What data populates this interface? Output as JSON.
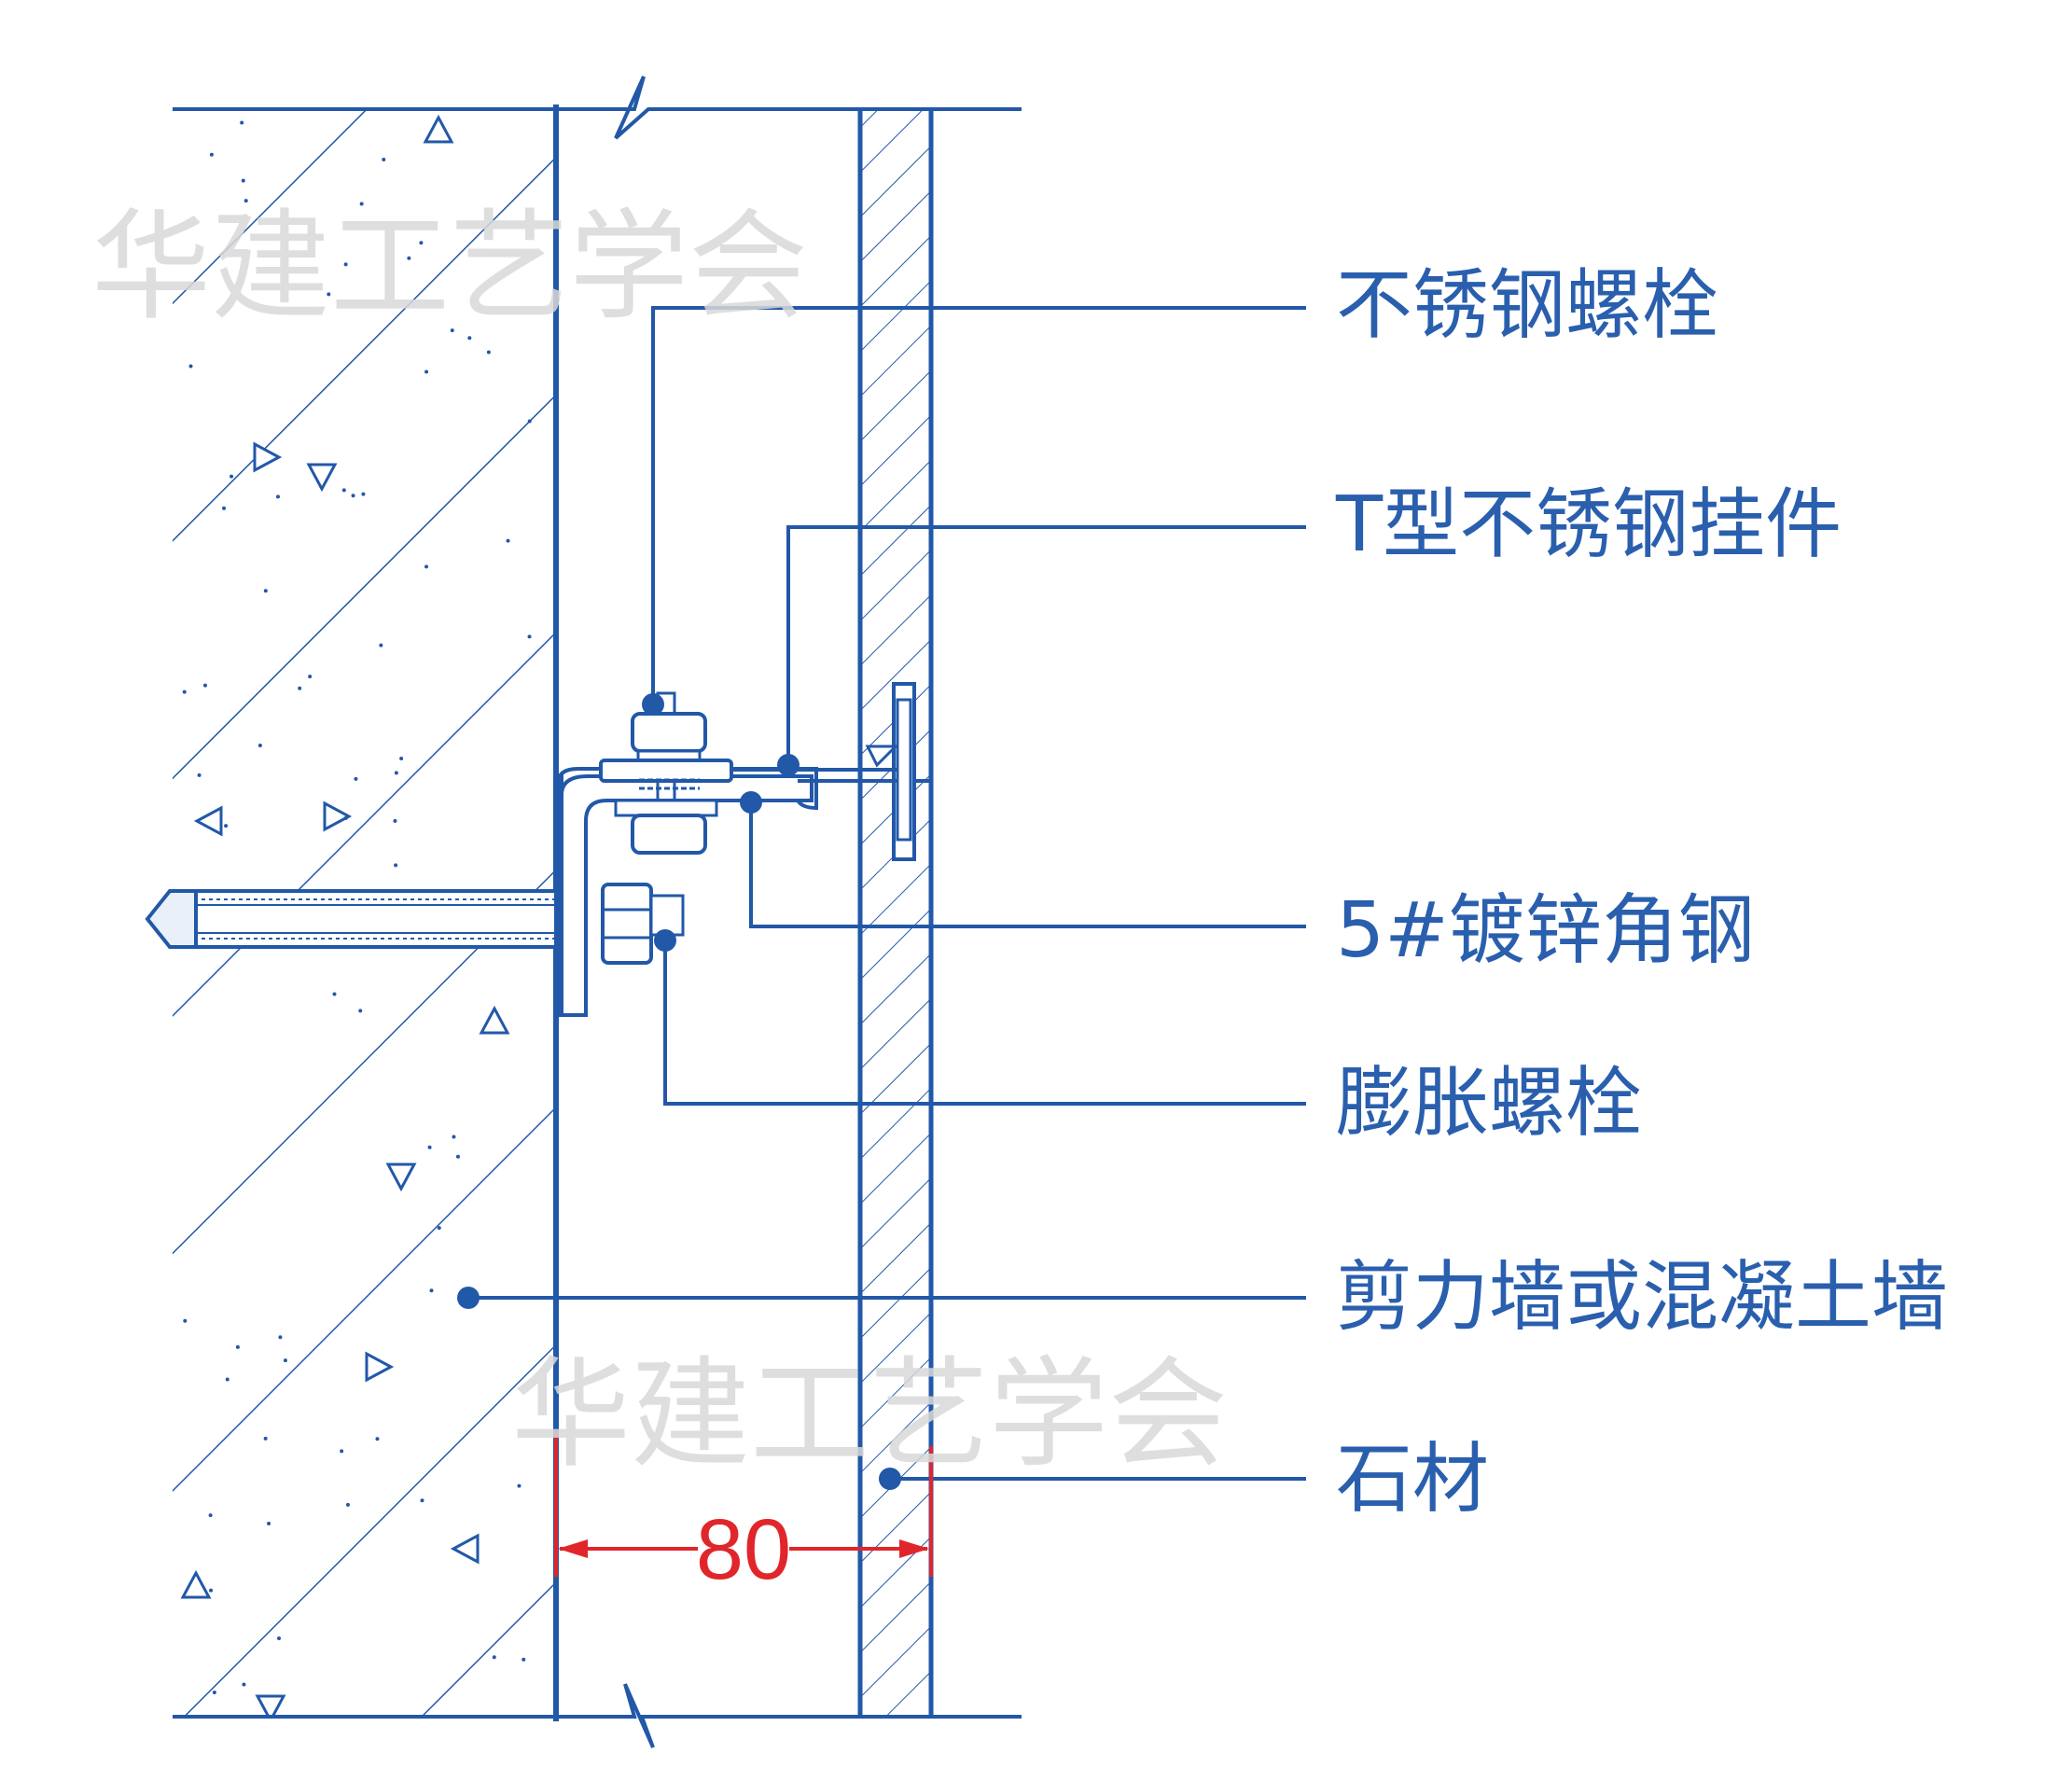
{
  "colors": {
    "line": "#2258a8",
    "text": "#2a5fae",
    "dimension": "#e0262b",
    "watermark": "#d9d9d9",
    "background": "#ffffff"
  },
  "watermark": "华建工艺学会",
  "labels": {
    "stainless_bolt": "不锈钢螺栓",
    "t_hanger": "T型不锈钢挂件",
    "angle_steel": "5#镀锌角钢",
    "expansion_bolt": "膨胀螺栓",
    "concrete_wall": "剪力墙或混凝土墙",
    "stone": "石材"
  },
  "dimension": {
    "value": "80"
  }
}
